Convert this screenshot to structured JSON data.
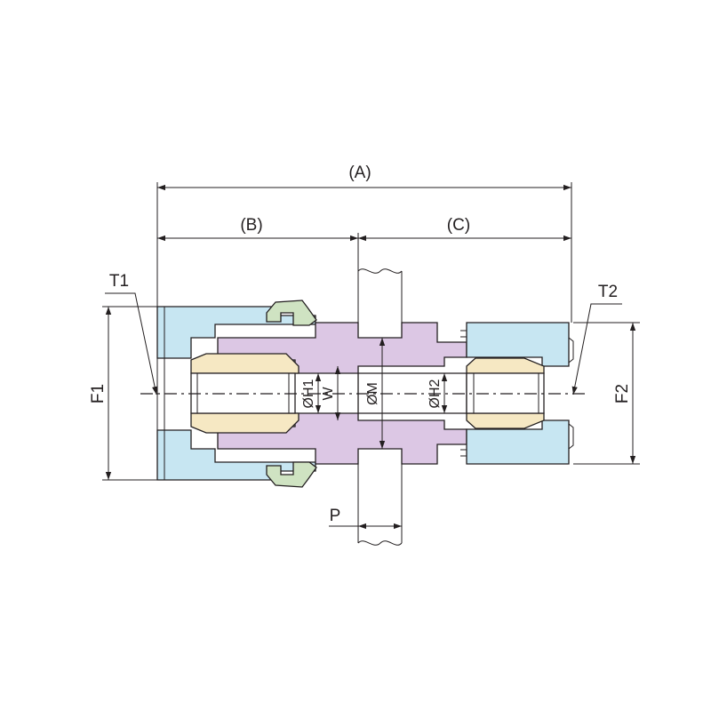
{
  "colors": {
    "nut": "#c7e6f2",
    "body": "#dcc7e4",
    "ferrule": "#f6e8c3",
    "locknut": "#cfe3c2",
    "line": "#231f20",
    "background": "#ffffff"
  },
  "labels": {
    "A": "(A)",
    "B": "(B)",
    "C": "(C)",
    "T1": "T1",
    "T2": "T2",
    "F1": "F1",
    "F2": "F2",
    "H1": "ØH1",
    "W": "W",
    "M": "ØM",
    "H2": "ØH2",
    "P": "P"
  }
}
